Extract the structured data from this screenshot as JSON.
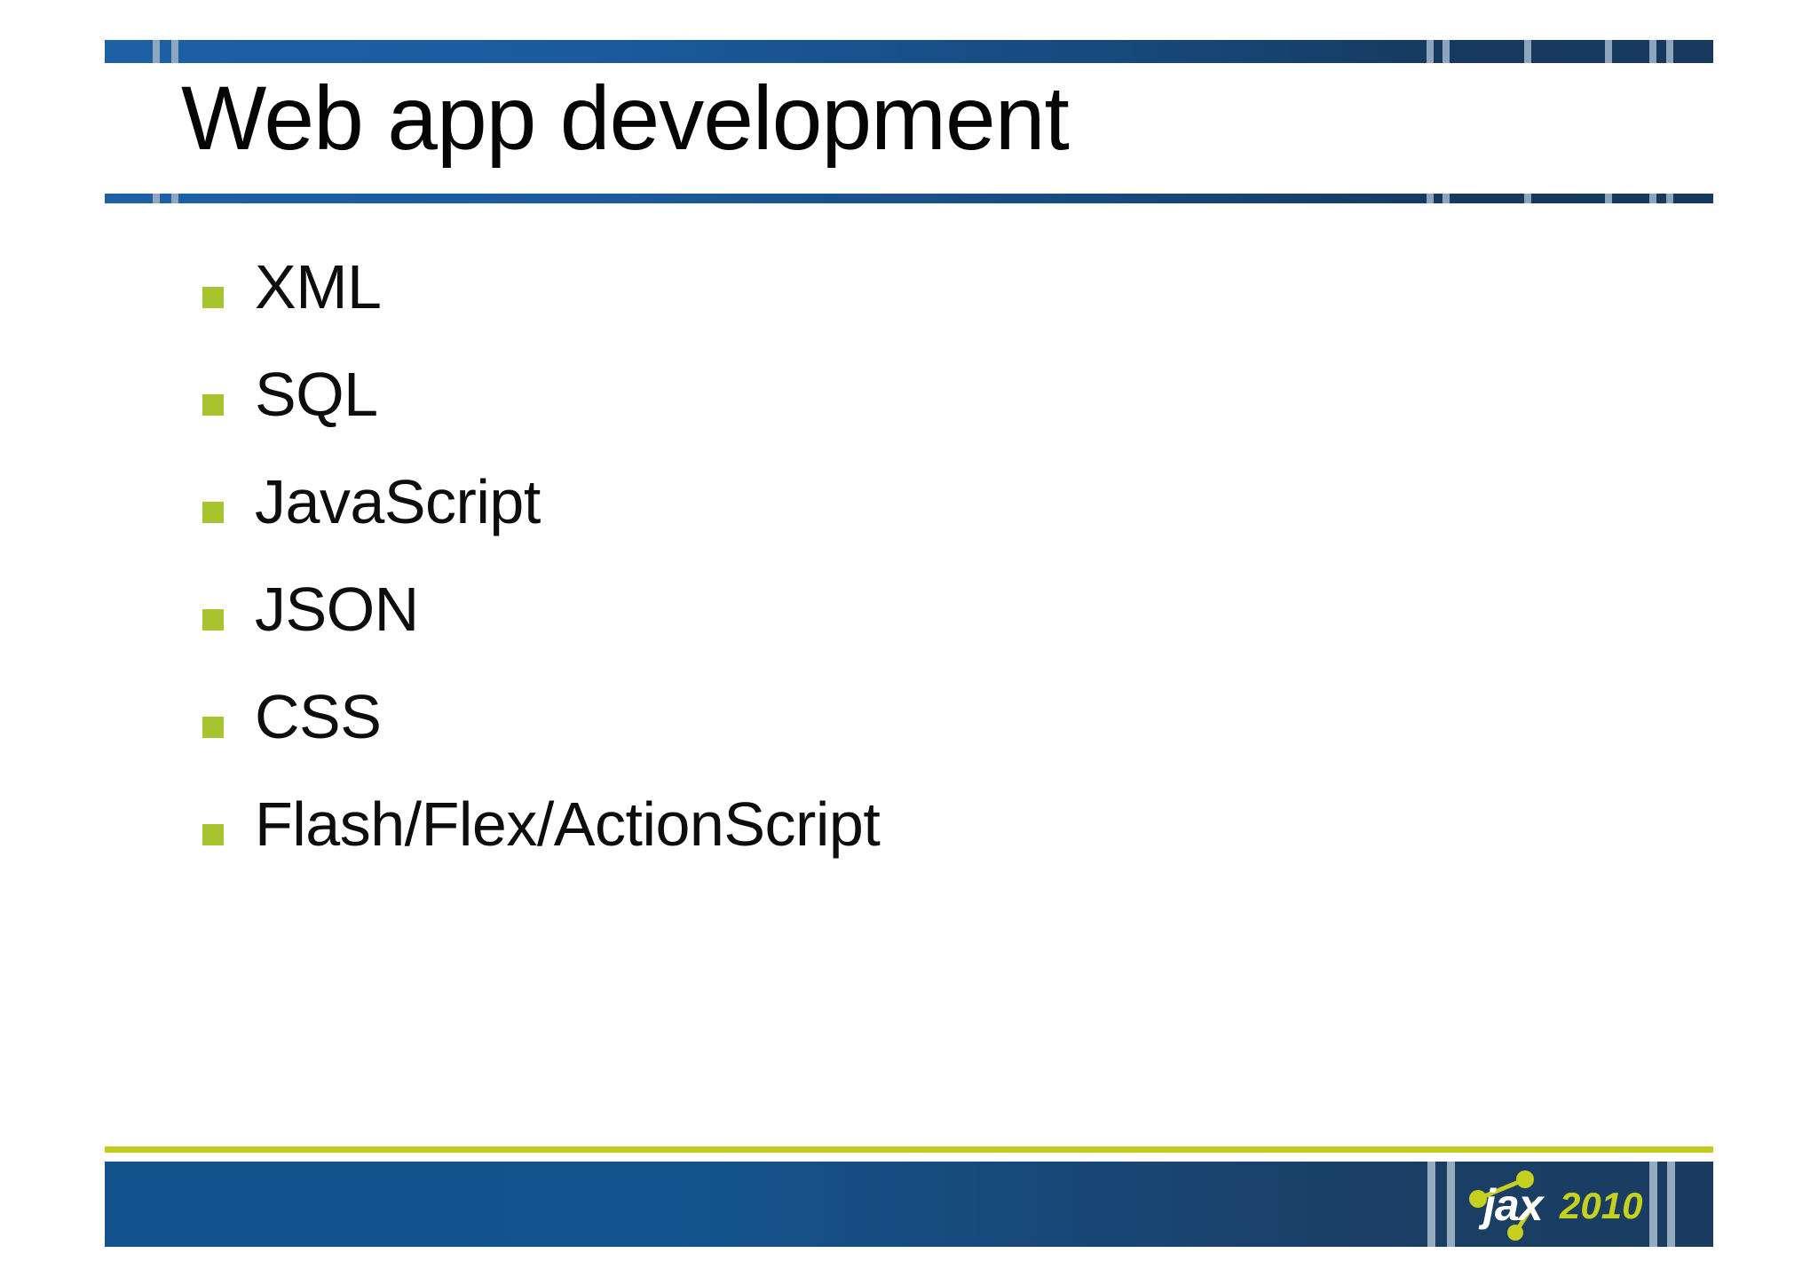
{
  "title": "Web app development",
  "list": {
    "items": [
      "XML",
      "SQL",
      "JavaScript",
      "JSON",
      "CSS",
      "Flash/Flex/ActionScript"
    ]
  },
  "footer": {
    "brand": "jax",
    "year": "2010"
  },
  "icons": {
    "bullet": "green-square",
    "logo_mark": "molecule-dots"
  },
  "colors": {
    "bar_blue_light": "#1d60a5",
    "bar_blue_dark": "#16395d",
    "footer_blue_light": "#11528c",
    "footer_blue_dark": "#1a3c61",
    "stripe_light_blue": "#93abc1",
    "accent_green_bullet": "#a6c42e",
    "footer_line_green": "#c1cc1f",
    "logo_year_green": "#c6d01f",
    "title_text": "#050505"
  }
}
